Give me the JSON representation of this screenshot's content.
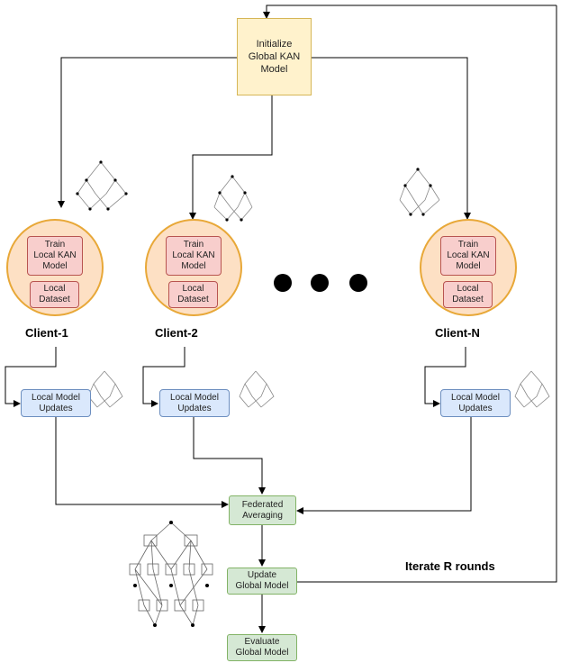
{
  "init_box": "Initialize\nGlobal KAN\nModel",
  "clients": [
    {
      "label": "Client-1",
      "train": "Train\nLocal KAN\nModel",
      "dataset": "Local\nDataset",
      "update": "Local Model\nUpdates"
    },
    {
      "label": "Client-2",
      "train": "Train\nLocal KAN\nModel",
      "dataset": "Local\nDataset",
      "update": "Local Model\nUpdates"
    },
    {
      "label": "Client-N",
      "train": "Train\nLocal KAN\nModel",
      "dataset": "Local\nDataset",
      "update": "Local Model\nUpdates"
    }
  ],
  "fed_avg": "Federated\nAveraging",
  "update_global": "Update\nGlobal Model",
  "evaluate_global": "Evaluate\nGlobal Model",
  "iterate_label": "Iterate R rounds"
}
